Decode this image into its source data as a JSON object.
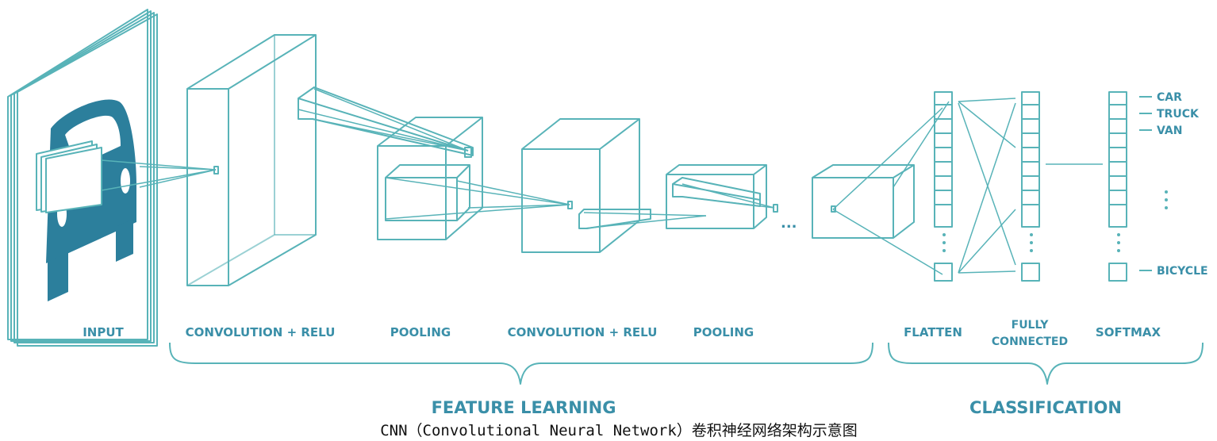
{
  "colors": {
    "stroke": "#58b3b8",
    "fill": "#2c7f9c",
    "label": "#3a8fa8",
    "caption": "#111111"
  },
  "stages": {
    "input": "INPUT",
    "conv1": "CONVOLUTION + RELU",
    "pool1": "POOLING",
    "conv2": "CONVOLUTION + RELU",
    "pool2": "POOLING",
    "flatten": "FLATTEN",
    "fully_line1": "FULLY",
    "fully_line2": "CONNECTED",
    "softmax": "SOFTMAX"
  },
  "groups": {
    "feature_learning": "FEATURE LEARNING",
    "classification": "CLASSIFICATION"
  },
  "outputs": [
    "CAR",
    "TRUCK",
    "VAN",
    "BICYCLE"
  ],
  "ellipsis": "...",
  "caption": "CNN（Convolutional Neural Network）卷积神经网络架构示意图"
}
